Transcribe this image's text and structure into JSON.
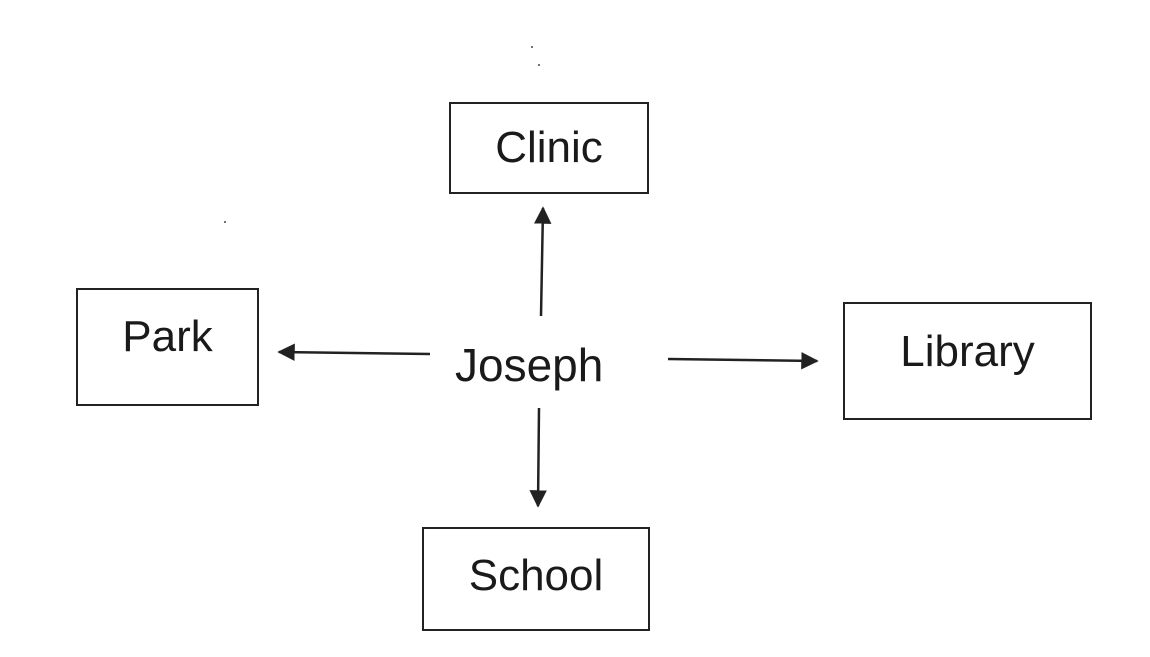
{
  "diagram": {
    "center": {
      "label": "Joseph"
    },
    "nodes": [
      {
        "id": "clinic",
        "label": "Clinic",
        "direction": "up"
      },
      {
        "id": "park",
        "label": "Park",
        "direction": "left"
      },
      {
        "id": "library",
        "label": "Library",
        "direction": "right"
      },
      {
        "id": "school",
        "label": "School",
        "direction": "down"
      }
    ],
    "edges": [
      {
        "from": "Joseph",
        "to": "Clinic"
      },
      {
        "from": "Joseph",
        "to": "Park"
      },
      {
        "from": "Joseph",
        "to": "Library"
      },
      {
        "from": "Joseph",
        "to": "School"
      }
    ],
    "colors": {
      "line": "#222222",
      "text": "#1a1a1a",
      "background": "#ffffff"
    }
  }
}
